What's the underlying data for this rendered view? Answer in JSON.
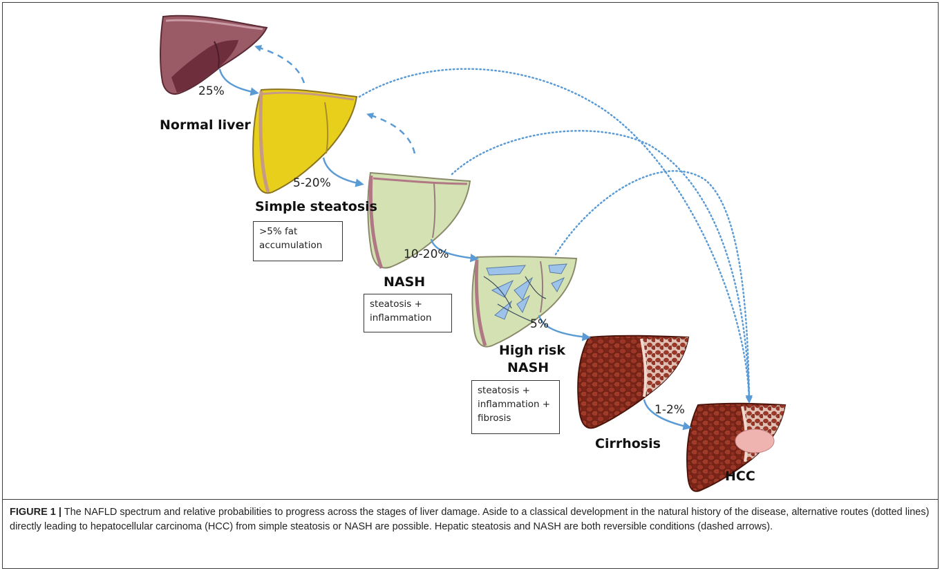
{
  "stages": {
    "normal": "Normal liver",
    "steatosis": "Simple steatosis",
    "nash": "NASH",
    "highrisk_line1": "High risk",
    "highrisk_line2": "NASH",
    "cirrhosis": "Cirrhosis",
    "hcc": "HCC"
  },
  "probabilities": {
    "normal_to_steatosis": "25%",
    "steatosis_to_nash": "5-20%",
    "nash_to_highrisk": "10-20%",
    "highrisk_to_cirrhosis": "5%",
    "cirrhosis_to_hcc": "1-2%"
  },
  "notes": {
    "steatosis": [
      ">5% fat",
      "accumulation"
    ],
    "nash": [
      "steatosis +",
      "inflammation"
    ],
    "highrisk": [
      "steatosis +",
      "inflammation +",
      "fibrosis"
    ]
  },
  "caption": {
    "label": "FIGURE 1 |",
    "text": " The NAFLD spectrum and relative probabilities to progress across the stages of liver damage. Aside to a classical development in the natural history of the disease, alternative routes (dotted lines) directly leading to hepatocellular carcinoma (HCC) from simple steatosis or NASH are possible. Hepatic steatosis and NASH are both reversible conditions (dashed arrows)."
  },
  "colors": {
    "normal_liver": "#9a5a66",
    "steatosis_liver": "#e8cf1c",
    "nash_liver": "#d4e2b3",
    "cirrhosis_liver": "#8a2a1e",
    "arrow": "#5b9bd5",
    "fibrosis_streak": "#9ec3ea"
  }
}
